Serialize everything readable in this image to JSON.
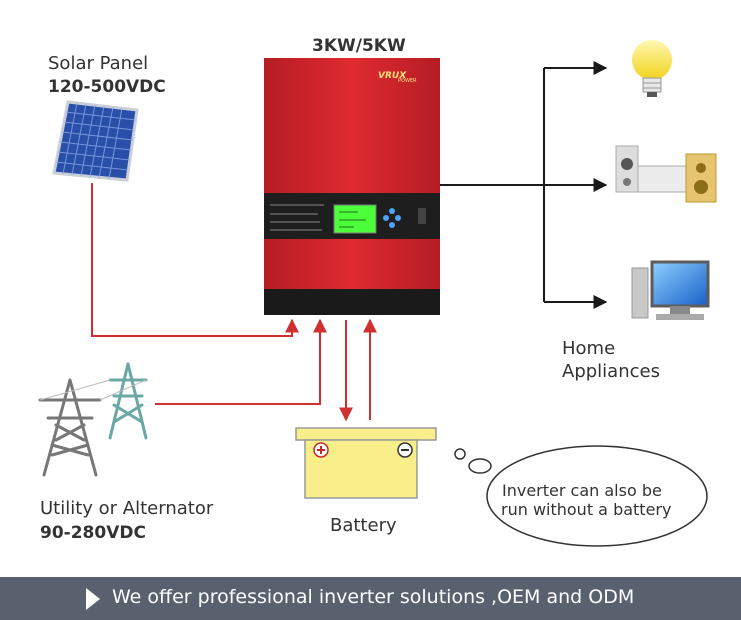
{
  "inverter": {
    "model": "3KW/5KW",
    "brand": "VRUX",
    "brand_sub": "POWER"
  },
  "solar": {
    "label": "Solar Panel",
    "voltage": "120-500VDC"
  },
  "utility": {
    "label": "Utility or Alternator",
    "voltage": "90-280VDC"
  },
  "battery": {
    "label": "Battery"
  },
  "home": {
    "line1": "Home",
    "line2": "Appliances"
  },
  "note": {
    "line1": "Inverter can also be",
    "line2": "run without a battery"
  },
  "footer": {
    "text": "We offer professional inverter solutions ,OEM and ODM"
  },
  "colors": {
    "inverter_red": "#d8262e",
    "wire_red": "#d03030",
    "wire_black": "#1a1a1a",
    "footer_bg": "#59616f",
    "battery_yellow": "#f8ef8a",
    "lcd_green": "#4cff3a"
  },
  "icons": [
    "solar-panel-icon",
    "power-tower-icon",
    "battery-icon",
    "light-bulb-icon",
    "stereo-icon",
    "computer-icon",
    "thought-bubble-icon",
    "chevron-right-icon"
  ]
}
